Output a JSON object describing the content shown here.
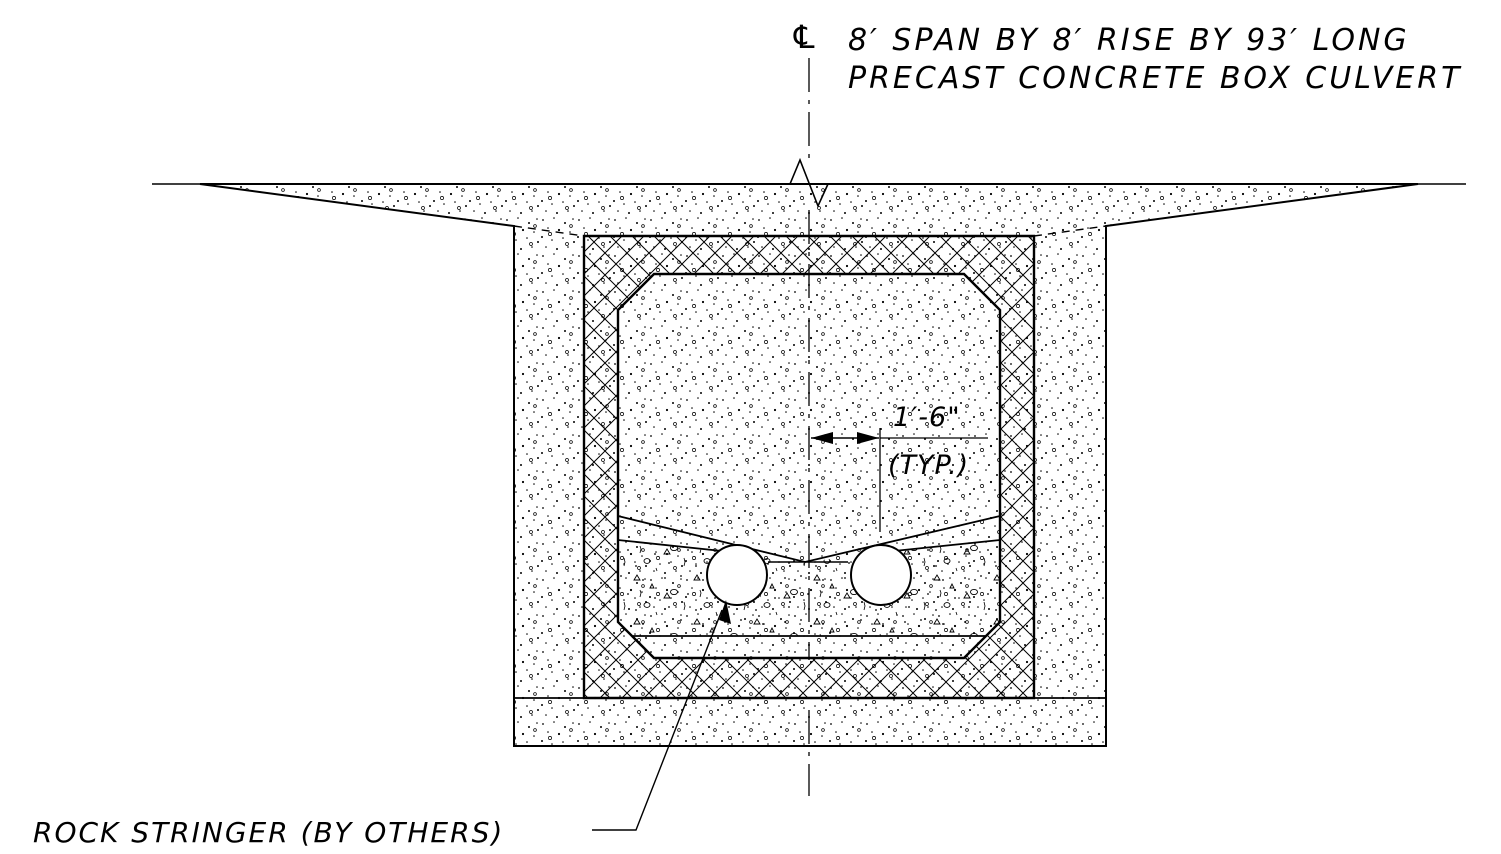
{
  "title": {
    "centerline_symbol": "℄",
    "line1": "8′ SPAN BY 8′ RISE BY 93′ LONG",
    "line2": "PRECAST CONCRETE BOX CULVERT"
  },
  "dimension": {
    "value": "1′-6\"",
    "note": "(TYP.)"
  },
  "callout": {
    "label": "ROCK STRINGER (BY OTHERS)"
  },
  "colors": {
    "ink": "#000000",
    "paper": "#ffffff"
  }
}
